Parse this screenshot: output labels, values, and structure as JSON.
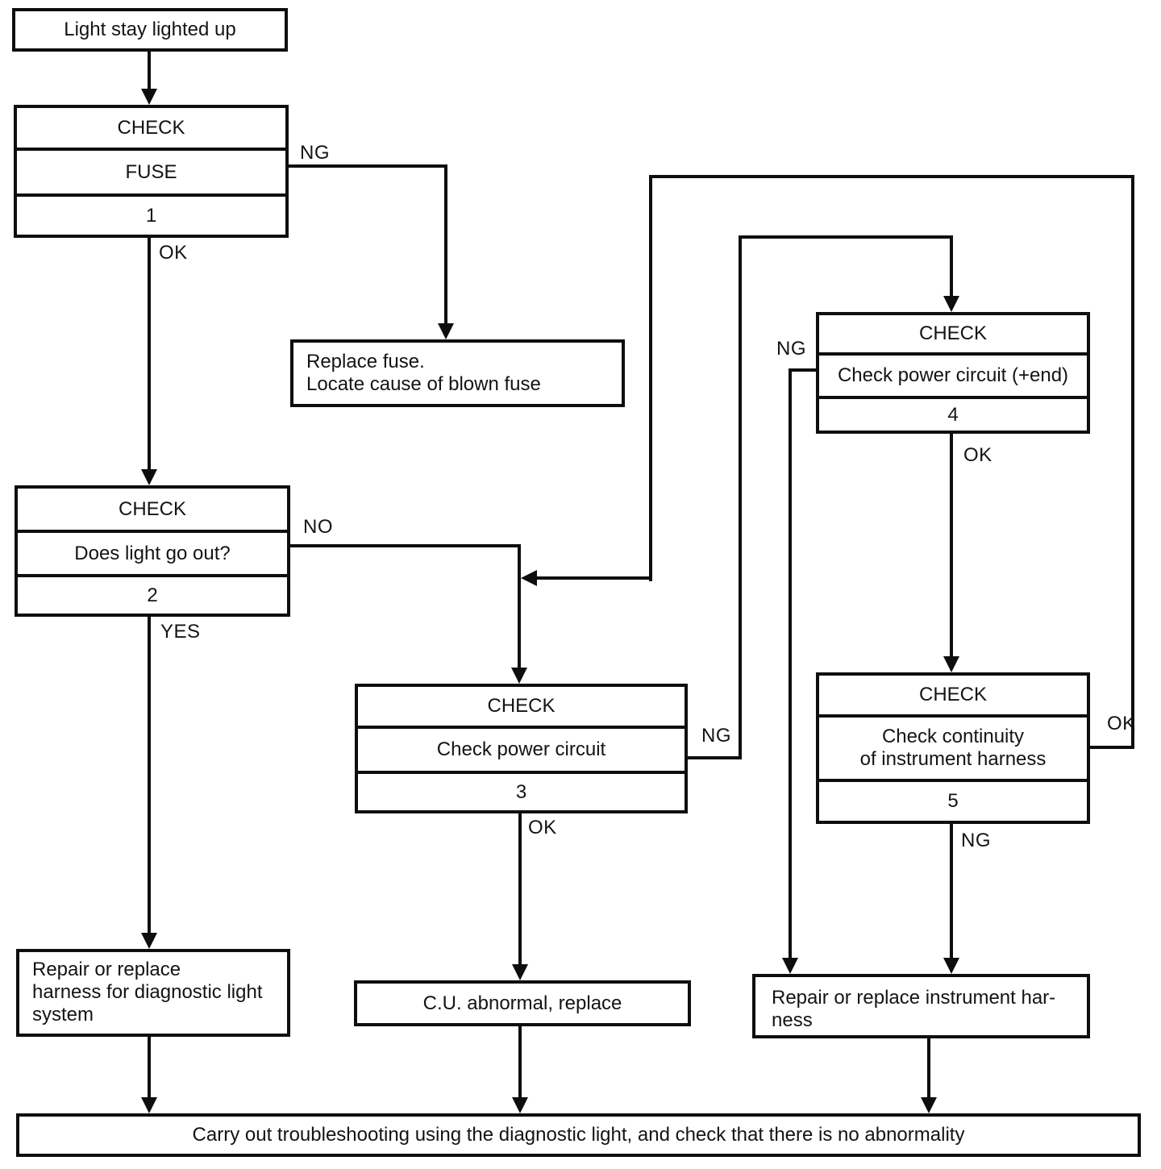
{
  "nodes": {
    "start": {
      "label": "Light stay lighted up"
    },
    "check1": {
      "title": "CHECK",
      "desc": "FUSE",
      "num": "1"
    },
    "check2": {
      "title": "CHECK",
      "desc": "Does light go out?",
      "num": "2"
    },
    "check3": {
      "title": "CHECK",
      "desc": "Check power circuit",
      "num": "3"
    },
    "check4": {
      "title": "CHECK",
      "desc": "Check power circuit (+end)",
      "num": "4"
    },
    "check5": {
      "title": "CHECK",
      "desc": "Check continuity\nof instrument harness",
      "num": "5"
    },
    "replace_fuse": {
      "text": "Replace fuse.\nLocate cause of blown fuse"
    },
    "repair_diag_harness": {
      "text": "Repair or replace\nharness for diagnostic light\nsystem"
    },
    "cu_abnormal": {
      "text": "C.U. abnormal, replace"
    },
    "repair_instr_harness": {
      "text": "Repair or replace instrument har-\nness"
    },
    "final": {
      "text": "Carry out troubleshooting using the diagnostic light, and check that there is no abnormality"
    }
  },
  "edge_labels": {
    "check1_ng": "NG",
    "check1_ok": "OK",
    "check2_no": "NO",
    "check2_yes": "YES",
    "check3_ng": "NG",
    "check3_ok": "OK",
    "check4_ng": "NG",
    "check4_ok": "OK",
    "check5_ok": "OK",
    "check5_ng": "NG"
  },
  "colors": {
    "ink": "#0e0e0e",
    "paper": "#ffffff"
  }
}
